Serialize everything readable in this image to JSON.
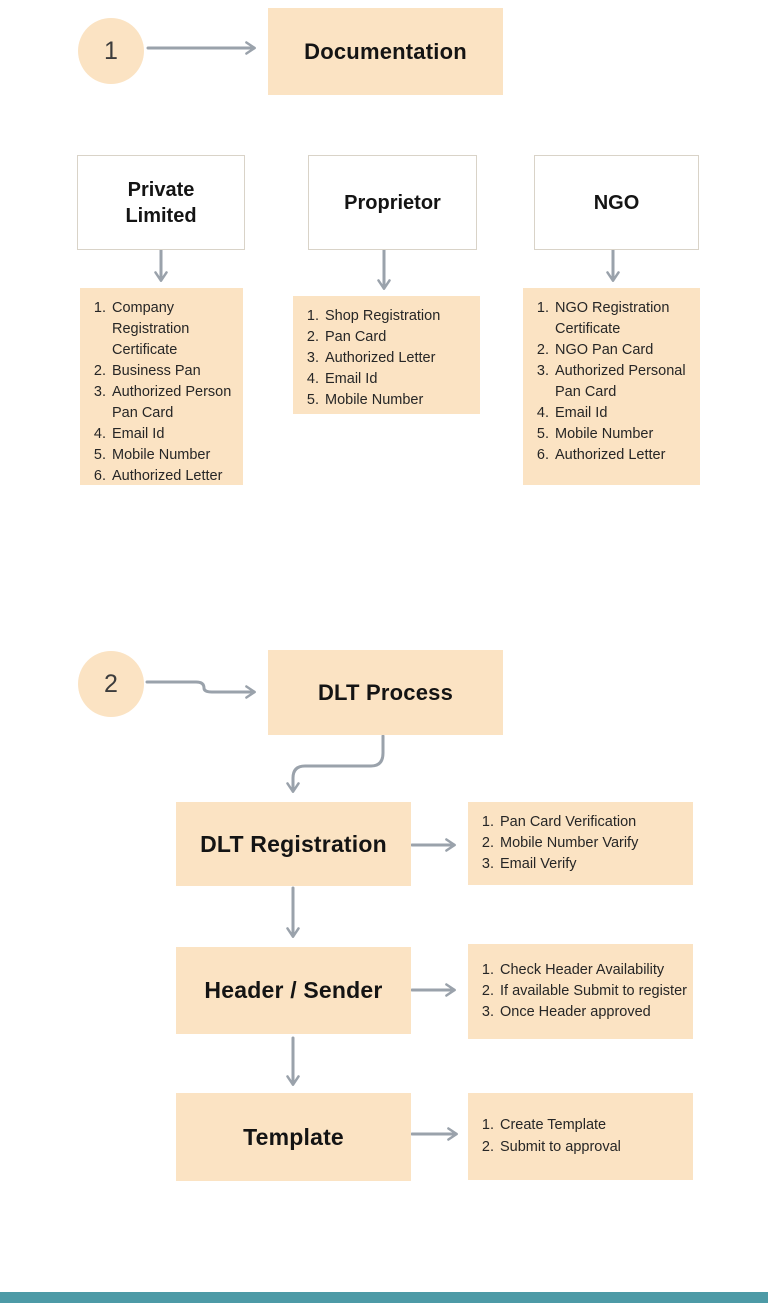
{
  "colors": {
    "box_fill": "#fbe3c3",
    "arrow_gray": "#9aa2ab",
    "footer_teal": "#4d9aa6",
    "heading_text": "#141414",
    "body_text": "#262626"
  },
  "section1": {
    "step_number": "1",
    "title": "Documentation",
    "categories": [
      {
        "label": "Private Limited",
        "items": [
          "Company Registration Certificate",
          "Business Pan",
          "Authorized Person Pan Card",
          "Email Id",
          "Mobile Number",
          "Authorized Letter"
        ]
      },
      {
        "label": "Proprietor",
        "items": [
          "Shop Registration",
          "Pan Card",
          "Authorized Letter",
          "Email Id",
          "Mobile Number"
        ]
      },
      {
        "label": "NGO",
        "items": [
          "NGO Registration Certificate",
          "NGO Pan Card",
          "Authorized Personal Pan Card",
          "Email Id",
          "Mobile Number",
          "Authorized Letter"
        ]
      }
    ]
  },
  "section2": {
    "step_number": "2",
    "title": "DLT Process",
    "steps": [
      {
        "label": "DLT Registration",
        "items": [
          "Pan Card Verification",
          "Mobile Number Varify",
          "Email Verify"
        ]
      },
      {
        "label": "Header / Sender",
        "items": [
          "Check Header Availability",
          "If available Submit to register",
          "Once Header approved"
        ]
      },
      {
        "label": "Template",
        "items": [
          "Create Template",
          "Submit to approval"
        ]
      }
    ]
  }
}
